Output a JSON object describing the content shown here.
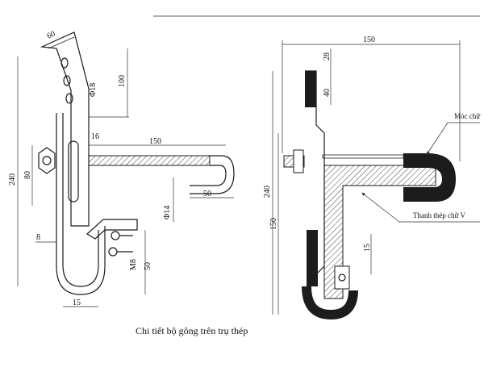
{
  "caption": "Chi tiết bộ gông trên trụ thép",
  "left_drawing": {
    "dims": {
      "d60": "60",
      "d100": "100",
      "phi18": "Φ18",
      "d240": "240",
      "d80": "80",
      "d16": "16",
      "d150": "150",
      "phi14": "Φ14",
      "d50_rod": "50",
      "d8": "8",
      "m8": "M8",
      "d50": "50",
      "d15": "15"
    }
  },
  "right_drawing": {
    "dims": {
      "d150": "150",
      "d28": "28",
      "d40": "40",
      "d240": "240",
      "d150v": "150",
      "d15": "15"
    },
    "labels": {
      "hook": "Móc chữ",
      "v_bar": "Thanh thép chữ V"
    }
  },
  "colors": {
    "line": "#1a1a1a",
    "fill_dark": "#1c1c1c",
    "hatch": "#444444"
  }
}
